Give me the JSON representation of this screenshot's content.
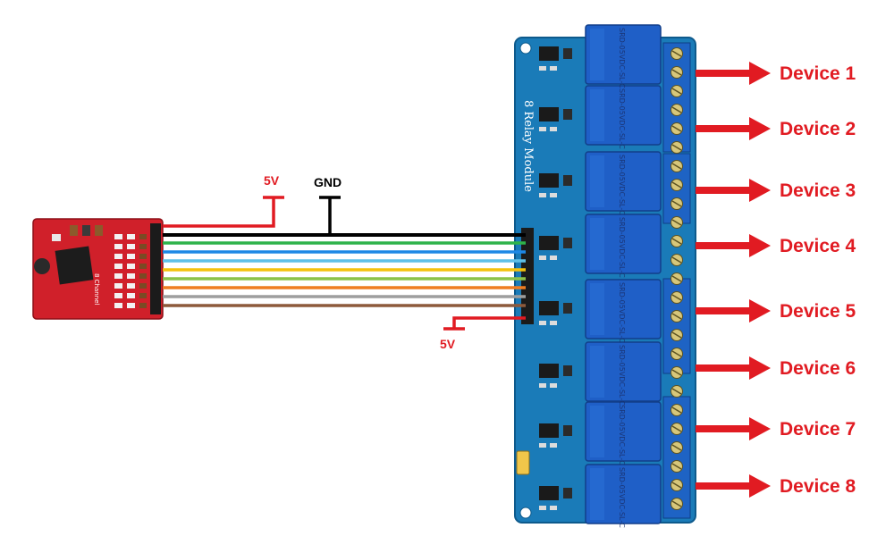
{
  "power_top_label": "5V",
  "gnd_label": "GND",
  "power_bottom_label": "5V",
  "relay_module": {
    "title": "8 Relay Module",
    "relay_marking": "SRD-05VDC-SL-C",
    "board_color": "#1a7bb8",
    "relay_color": "#1f5fc7"
  },
  "controller": {
    "label": "8 Channel",
    "board_color": "#d0202a"
  },
  "wires": {
    "power": "#e11b22",
    "gnd": "#000000",
    "signals": [
      "#2eb34a",
      "#1e88e5",
      "#5fc0e8",
      "#f4c20d",
      "#8bc34a",
      "#ef7d22",
      "#9e9e9e",
      "#8d5a3c"
    ]
  },
  "devices": [
    "Device 1",
    "Device 2",
    "Device 3",
    "Device 4",
    "Device 5",
    "Device 6",
    "Device 7",
    "Device 8"
  ],
  "arrow_color": "#e11b22"
}
